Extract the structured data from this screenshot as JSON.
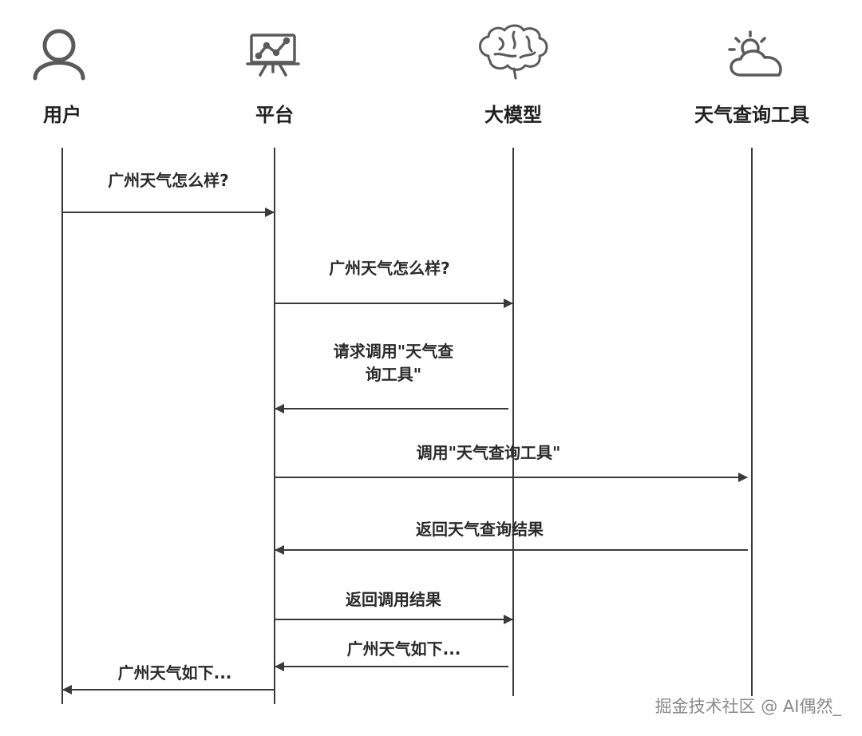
{
  "actors": {
    "user": {
      "label": "用户",
      "icon": "user-icon"
    },
    "platform": {
      "label": "平台",
      "icon": "presentation-chart-icon"
    },
    "llm": {
      "label": "大模型",
      "icon": "brain-icon"
    },
    "weather_tool": {
      "label": "天气查询工具",
      "icon": "sun-cloud-icon"
    }
  },
  "messages": [
    {
      "from": "user",
      "to": "platform",
      "lines": [
        "广州天气怎么样?"
      ]
    },
    {
      "from": "platform",
      "to": "llm",
      "lines": [
        "广州天气怎么样?"
      ]
    },
    {
      "from": "llm",
      "to": "platform",
      "lines": [
        "请求调用\"天气查",
        "询工具\""
      ]
    },
    {
      "from": "platform",
      "to": "weather_tool",
      "lines": [
        "调用\"天气查询工具\""
      ]
    },
    {
      "from": "weather_tool",
      "to": "platform",
      "lines": [
        "返回天气查询结果"
      ]
    },
    {
      "from": "platform",
      "to": "llm",
      "lines": [
        "返回调用结果"
      ]
    },
    {
      "from": "llm",
      "to": "platform",
      "lines": [
        "广州天气如下..."
      ]
    },
    {
      "from": "platform",
      "to": "user",
      "lines": [
        "广州天气如下..."
      ]
    }
  ],
  "watermark": "掘金技术社区 @ AI偶然_",
  "colors": {
    "line": "#3a3a3a",
    "icon": "#5a5a5a",
    "text": "#1f1f1f",
    "watermark": "#8a8a8a"
  }
}
